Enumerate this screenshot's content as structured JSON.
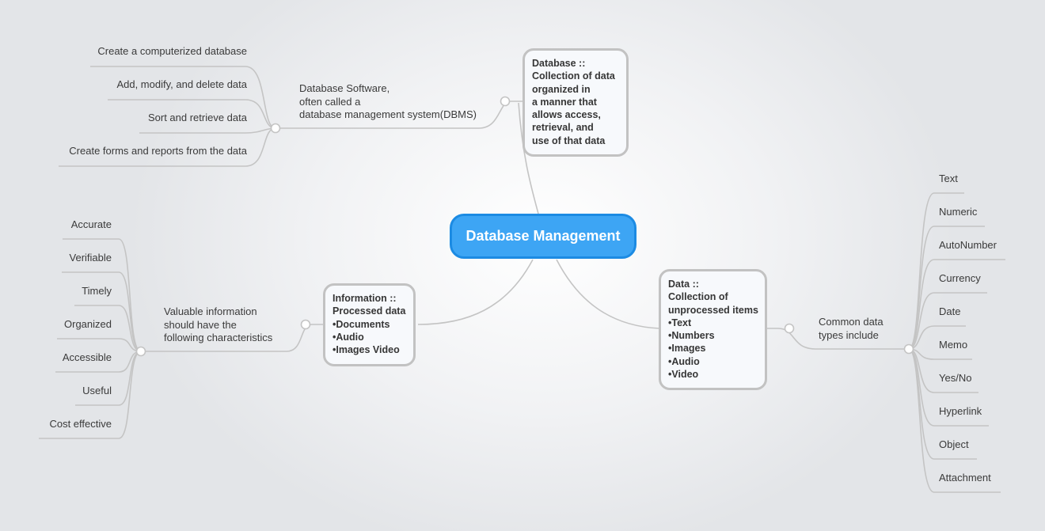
{
  "central": "Database Management",
  "database_node": {
    "lines": [
      "Database ::",
      "Collection of data",
      "organized in",
      "a manner that",
      "allows access,",
      "retrieval, and",
      "use of that data"
    ]
  },
  "dbms_label": {
    "lines": [
      "Database Software,",
      "often called a",
      "database management system(DBMS)"
    ]
  },
  "dbms_items": [
    "Create a computerized database",
    "Add, modify, and delete data",
    "Sort and retrieve data",
    "Create forms and reports from the data"
  ],
  "information_node": {
    "lines": [
      "Information ::",
      "Processed data",
      "•Documents",
      "•Audio",
      "•Images Video"
    ]
  },
  "characteristics_label": {
    "lines": [
      "Valuable information",
      "should have the",
      "following characteristics"
    ]
  },
  "characteristics": [
    "Accurate",
    "Verifiable",
    "Timely",
    "Organized",
    "Accessible",
    "Useful",
    "Cost effective"
  ],
  "data_node": {
    "lines": [
      "Data ::",
      "Collection of",
      "unprocessed items",
      "•Text",
      "•Numbers",
      "•Images",
      "•Audio",
      "•Video"
    ]
  },
  "types_label": {
    "lines": [
      "Common data",
      "types include"
    ]
  },
  "data_types": [
    "Text",
    "Numeric",
    "AutoNumber",
    "Currency",
    "Date",
    "Memo",
    "Yes/No",
    "Hyperlink",
    "Object",
    "Attachment"
  ],
  "colors": {
    "central_fill": "#3da5f4",
    "central_border": "#1c8be3",
    "connector": "#c4c4c4",
    "node_border": "#c2c2c2"
  }
}
